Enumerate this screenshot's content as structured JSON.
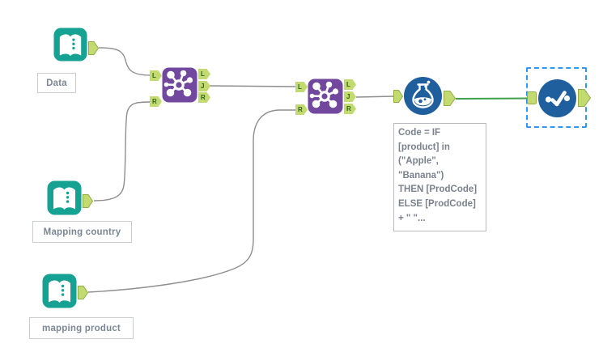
{
  "workflow": {
    "colors": {
      "input_tool_teal": "#16a292",
      "join_tool_purple": "#71489e",
      "blue_tool": "#1f5f9e",
      "anchor_fill": "#c3da70",
      "anchor_border": "#8fae44",
      "anchor_letter_green": "#2c641d",
      "wire_gray": "#8e8e8e",
      "wire_selected_green": "#3da04b",
      "selection_outline_blue": "#2f98f5",
      "label_text_gray": "#7c8794"
    },
    "labels": {
      "input_data": "Data",
      "input_mapping_country": "Mapping country",
      "input_mapping_product": "mapping product"
    },
    "anchors": {
      "left": "L",
      "join": "J",
      "right": "R"
    },
    "annotation": {
      "lines": [
        "Code = IF",
        "[product] in",
        "(\"Apple\",",
        "\"Banana\")",
        "THEN [ProdCode]",
        "ELSE [ProdCode]",
        "+ \" \"..."
      ]
    }
  }
}
